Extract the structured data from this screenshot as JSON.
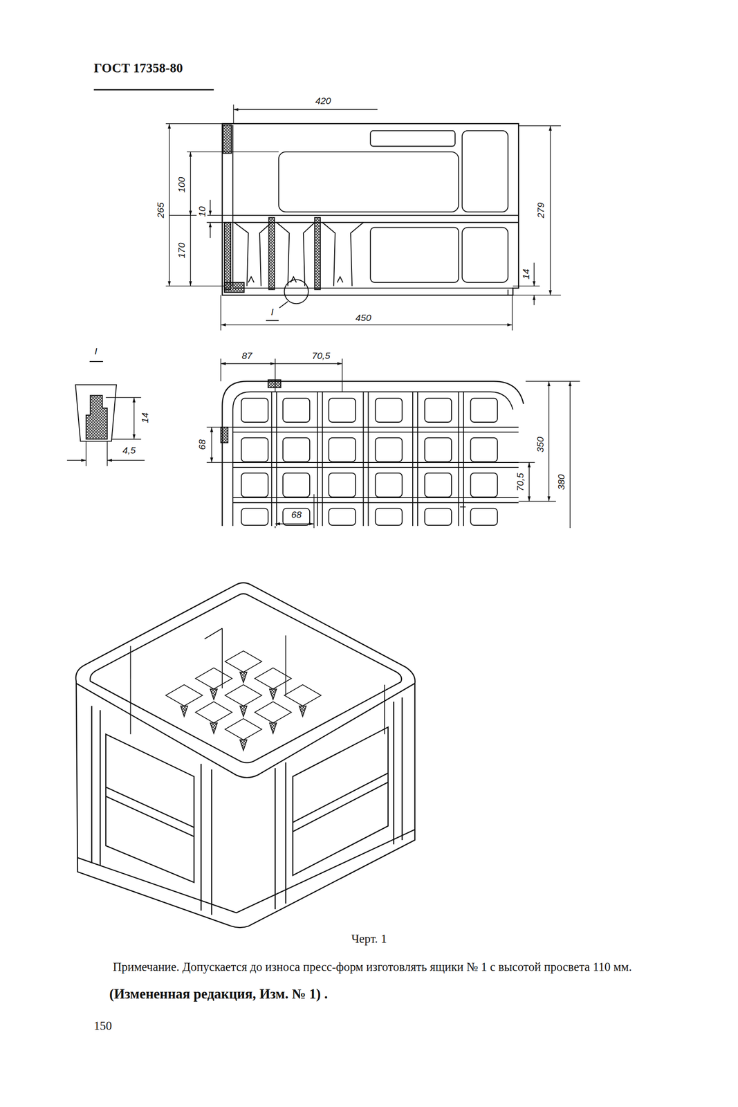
{
  "diagram": {
    "title": "ГОСТ 17358-80",
    "caption": "Черт. 1",
    "labels": [
      "420",
      "265",
      "100",
      "10",
      "170",
      "279",
      "14",
      "I",
      "450",
      "I",
      "14",
      "4,5",
      "87",
      "70,5",
      "68",
      "350",
      "380",
      "70,5",
      "68",
      "Примечание. Допускается до износа пресс-форм изготовлять ящики № 1 с высотой просвета 110 мм.",
      "(Измененная редакция, Изм. № 1) .",
      "150"
    ]
  }
}
